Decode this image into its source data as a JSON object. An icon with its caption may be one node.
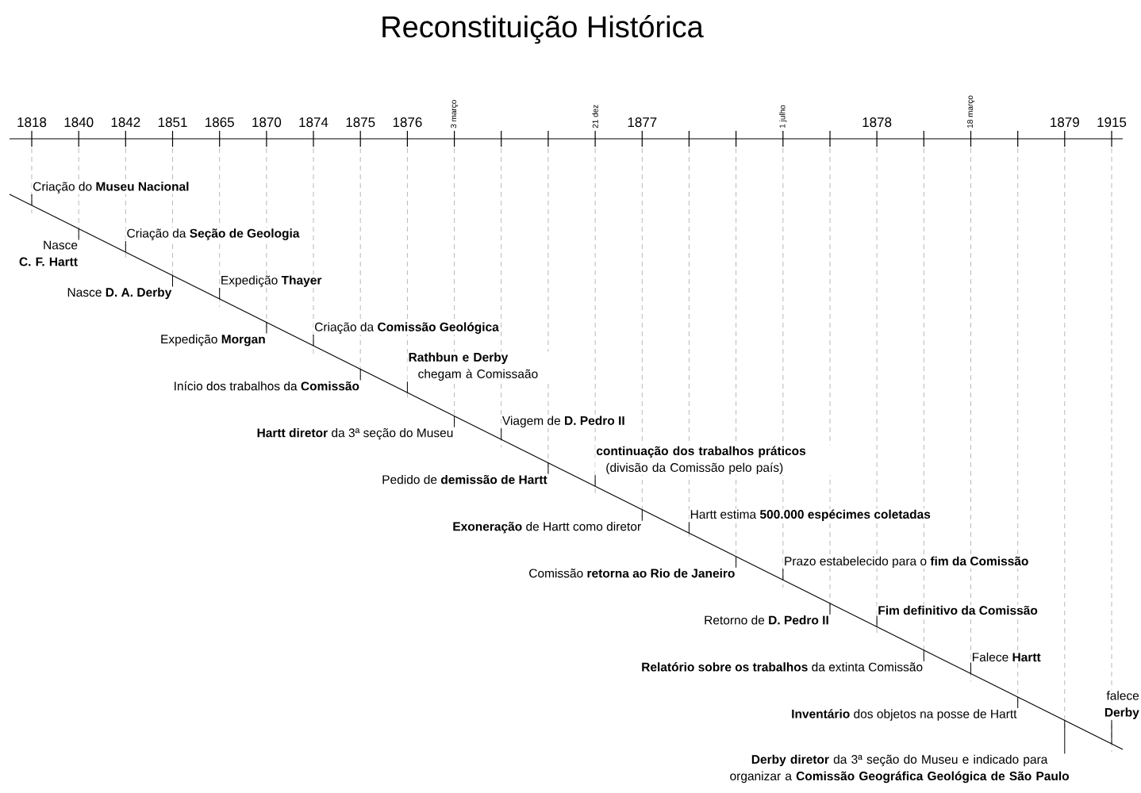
{
  "diagram": {
    "title": "Reconstituição Histórica",
    "nodes": [
      {
        "text": [
          "Criação do **Museu  Nacional**"
        ]
      },
      {
        "text": [
          "Nasce",
          "C. F. Hartt"
        ]
      },
      {
        "text": [
          "Criação da **Seção de Geologia**"
        ]
      },
      {
        "text": [
          "Nasce  **D. A. Derby**"
        ]
      },
      {
        "text": [
          "Expedição **Thayer**"
        ]
      },
      {
        "text": [
          "Expedição **Morgan**"
        ]
      },
      {
        "text": [
          "Criação da **Comissão Geológica**"
        ]
      },
      {
        "text": [
          "Início dos trabalhos da  **Comissão**"
        ]
      },
      {
        "text": [
          "Rathbun e Derby",
          "chegam à Comissaão"
        ]
      },
      {
        "text": [
          "**Hartt diretor** da 3ª seção do Museu"
        ]
      },
      {
        "text": [
          "Viagem de **D. Pedro II**"
        ]
      },
      {
        "text": [
          "Pedido de  **demissão de Hartt**"
        ]
      },
      {
        "text": [
          "continuação dos trabalhos práticos",
          "(divisão da Comissão pelo país)"
        ]
      },
      {
        "text": [
          "**Exoneração** de Hartt como diretor"
        ]
      },
      {
        "text": [
          "Hartt estima **500.000 espécimes coletadas**"
        ]
      },
      {
        "text": [
          "Comissão **retorna ao Rio de Janeiro**"
        ]
      },
      {
        "text": [
          "Prazo estabelecido para o **fim da Comissão**"
        ]
      },
      {
        "text": [
          "Retorno de **D. Pedro II**"
        ]
      },
      {
        "text": [
          "Fim definitivo da Comissão"
        ]
      },
      {
        "text": [
          "**Relatório sobre os trabalhos** da extinta Comissão"
        ]
      },
      {
        "text": [
          "Falece **Hartt**"
        ]
      },
      {
        "text": [
          "**Inventário** dos objetos na posse de Hartt"
        ]
      },
      {
        "text": [
          "**Derby diretor** da 3ª seção do Museu e indicado para organizar a **Comissão Geográfica Geológica de São Paulo**"
        ]
      },
      {
        "text": [
          "falece",
          "Derby"
        ]
      }
    ],
    "edges": [
      {
        "from": 0,
        "to": null,
        "arrow": "none"
      },
      {
        "from": 1,
        "to": null,
        "arrow": "none"
      },
      {
        "from": 2,
        "to": null,
        "arrow": "none"
      },
      {
        "from": 3,
        "to": null,
        "arrow": "none"
      },
      {
        "from": 4,
        "to": null,
        "arrow": "none"
      },
      {
        "from": 5,
        "to": null,
        "arrow": "none"
      },
      {
        "from": 6,
        "to": null,
        "arrow": "none"
      },
      {
        "from": 7,
        "to": null,
        "arrow": "none"
      },
      {
        "from": 8,
        "to": null,
        "arrow": "none"
      },
      {
        "from": 9,
        "to": null,
        "arrow": "none"
      },
      {
        "from": 10,
        "to": null,
        "arrow": "none"
      },
      {
        "from": 11,
        "to": null,
        "arrow": "none"
      },
      {
        "from": 12,
        "to": null,
        "arrow": "none"
      },
      {
        "from": 13,
        "to": null,
        "arrow": "none"
      },
      {
        "from": 14,
        "to": null,
        "arrow": "none"
      },
      {
        "from": 15,
        "to": null,
        "arrow": "none"
      },
      {
        "from": 16,
        "to": null,
        "arrow": "none"
      },
      {
        "from": 17,
        "to": null,
        "arrow": "none"
      },
      {
        "from": 18,
        "to": null,
        "arrow": "none"
      },
      {
        "from": 19,
        "to": null,
        "arrow": "none"
      },
      {
        "from": 20,
        "to": null,
        "arrow": "none"
      },
      {
        "from": 21,
        "to": null,
        "arrow": "none"
      },
      {
        "from": 22,
        "to": null,
        "arrow": "none"
      },
      {
        "from": 23,
        "to": null,
        "arrow": "none"
      }
    ],
    "labels": [
      "1818",
      "1840",
      "1842",
      "1851",
      "1865",
      "1870",
      "1874",
      "1875",
      "1876",
      "3 março",
      "21 dez",
      "1877",
      "1 julho",
      "1878",
      "18 março",
      "1879",
      "1915"
    ]
  }
}
